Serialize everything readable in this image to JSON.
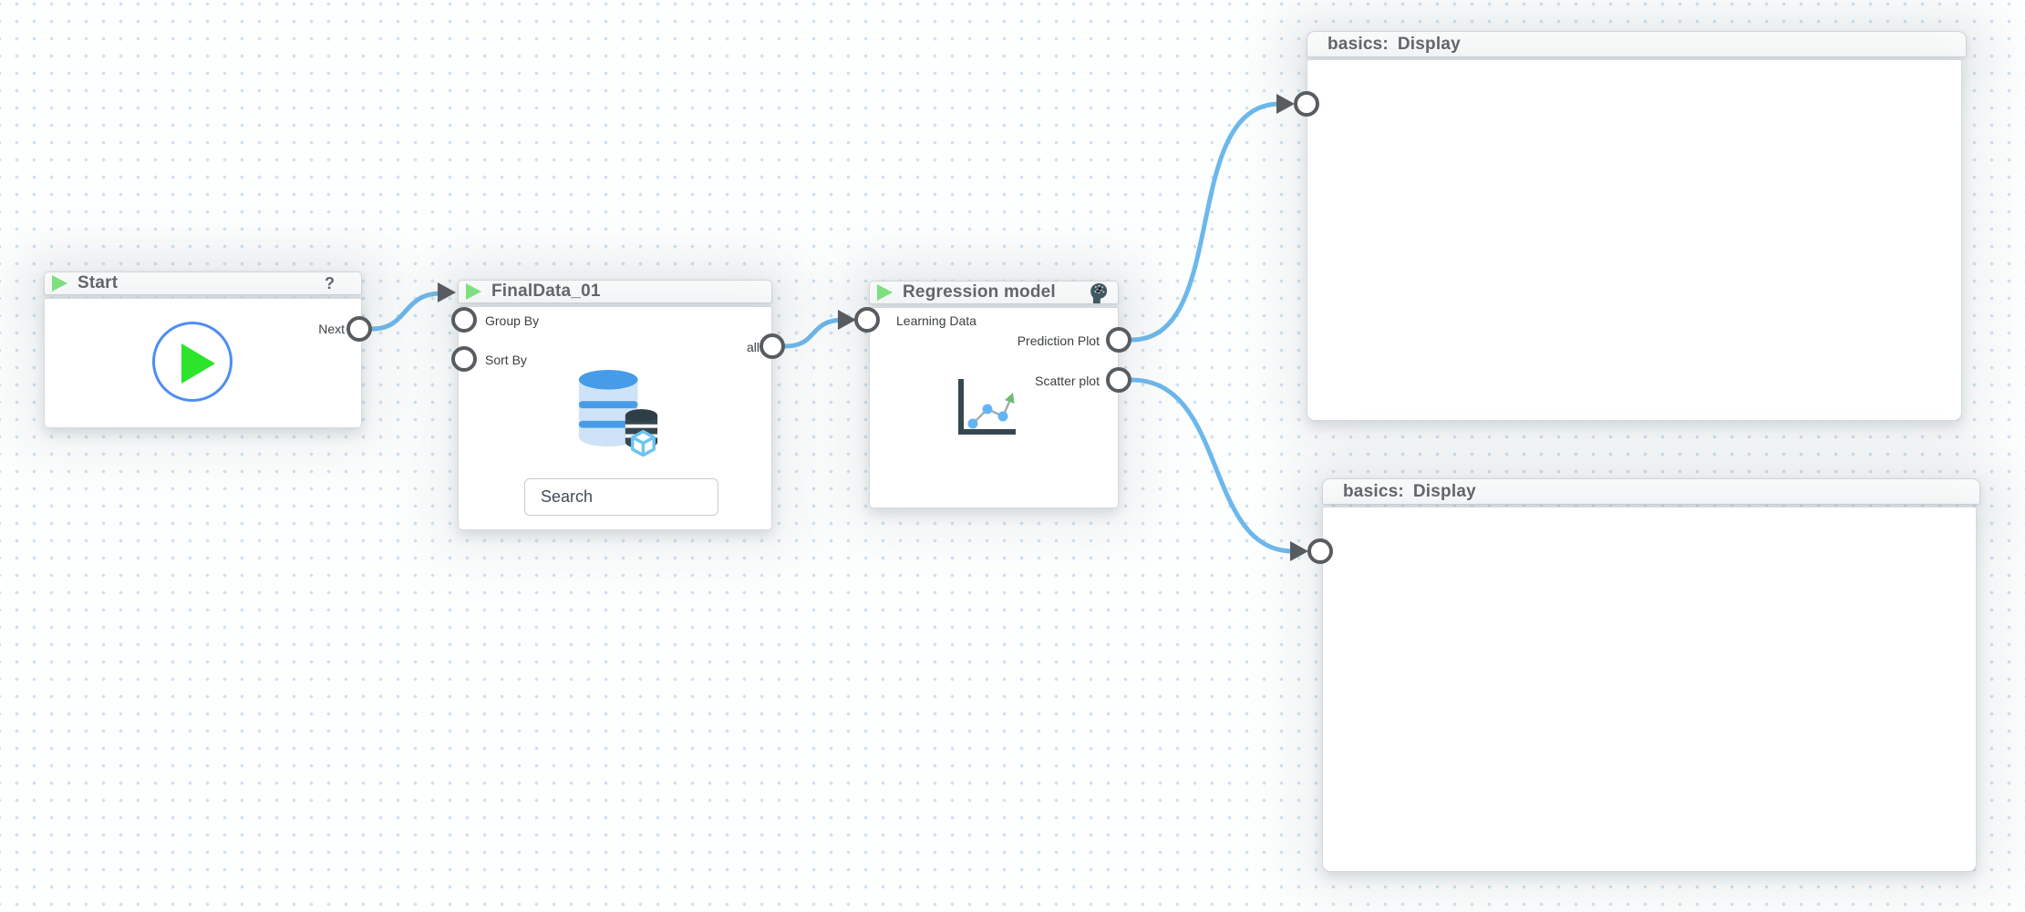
{
  "canvas": {
    "kind": "workflow-editor-canvas"
  },
  "colors": {
    "connection_blue": "#6cb8ec",
    "header_play_green": "#7de77d",
    "run_triangle_green": "#2be42b",
    "run_ring_blue": "#4e8df3",
    "port_stroke_gray": "#585c60",
    "db_blue": "#469ce8",
    "db_light_blue": "#cfe3f8",
    "dark_slate": "#37474f",
    "scatter_dot_blue": "#64b5f6",
    "scatter_arrow_green": "#6abf69",
    "grid_dot_blue": "#cfe3f2"
  },
  "nodes": {
    "start": {
      "title": "Start",
      "help_label": "?",
      "header_icon": "play-triangle-icon",
      "body_icon": "run-button-icon",
      "output_port": {
        "label": "Next"
      }
    },
    "final_data": {
      "title": "FinalData_01",
      "header_icon": "play-triangle-icon",
      "body_icon": "database-icon",
      "input_ports": [
        {
          "label": "Group By"
        },
        {
          "label": "Sort By"
        }
      ],
      "output_port": {
        "label": "all"
      },
      "search_placeholder": "Search"
    },
    "regression": {
      "title": "Regression model",
      "header_icon": "play-triangle-icon",
      "header_right_icon": "ml-head-icon",
      "body_icon": "scatter-chart-icon",
      "input_port": {
        "label": "Learning Data"
      },
      "output_ports": [
        {
          "label": "Prediction Plot"
        },
        {
          "label": "Scatter plot"
        }
      ]
    },
    "display_top": {
      "category": "basics:",
      "title": "Display"
    },
    "display_bottom": {
      "category": "basics:",
      "title": "Display"
    }
  },
  "connections": [
    {
      "from": "Start.Next",
      "to": "FinalData_01.in"
    },
    {
      "from": "FinalData_01.all",
      "to": "Regression model.Learning Data"
    },
    {
      "from": "Regression model.Prediction Plot",
      "to": "basics: Display (top).in"
    },
    {
      "from": "Regression model.Scatter plot",
      "to": "basics: Display (bottom).in"
    }
  ]
}
